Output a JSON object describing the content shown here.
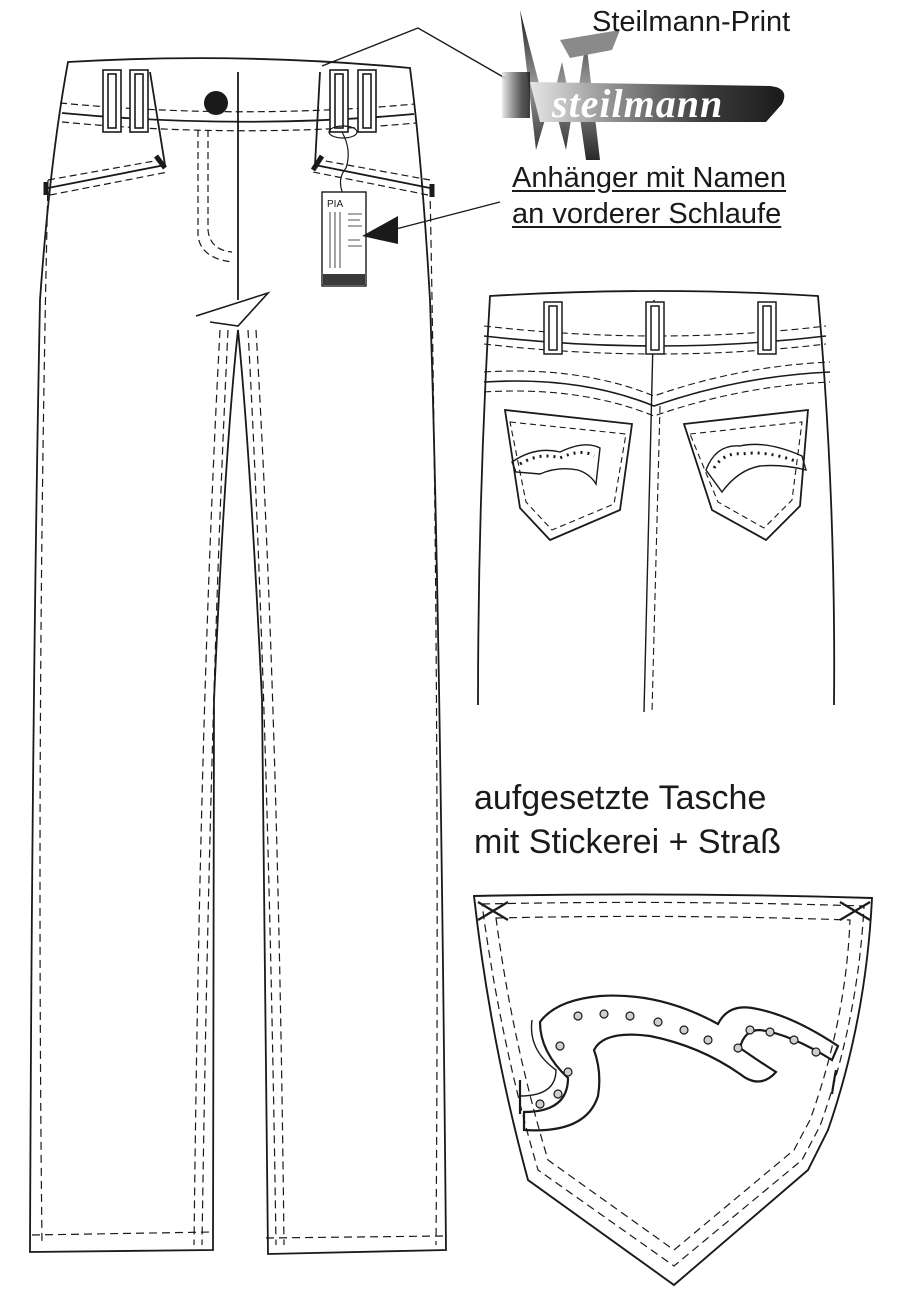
{
  "labels": {
    "print_label": "Steilmann-Print",
    "hang_tag_label_line1": "Anhänger mit Namen",
    "hang_tag_label_line2": "an vorderer Schlaufe",
    "pocket_label_line1": "aufgesetzte Tasche",
    "pocket_label_line2": "mit Stickerei + Straß"
  },
  "logo": {
    "text": "steilmann"
  },
  "hang_tag": {
    "text": "PIA"
  },
  "colors": {
    "line": "#1a1a1a",
    "background": "#ffffff",
    "logo_dark": "#2a2a2a",
    "logo_light": "#d9d9d9"
  }
}
